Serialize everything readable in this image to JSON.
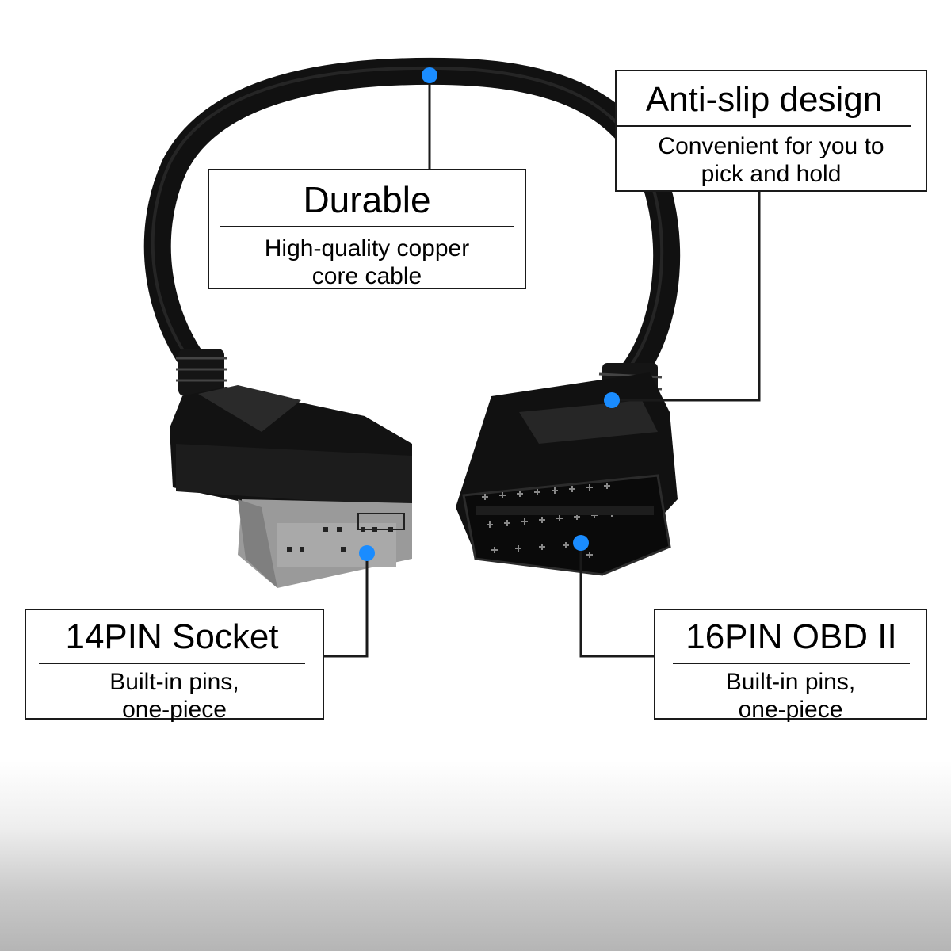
{
  "callouts": {
    "durable": {
      "title": "Durable",
      "line1": "High-quality copper",
      "line2": "core cable"
    },
    "antislip": {
      "title": "Anti-slip design",
      "line1": "Convenient for you to",
      "line2": "pick and hold"
    },
    "pin14": {
      "title": "14PIN Socket",
      "line1": "Built-in pins,",
      "line2": "one-piece"
    },
    "pin16": {
      "title": "16PIN OBD II",
      "line1": "Built-in pins,",
      "line2": "one-piece"
    }
  },
  "colors": {
    "marker": "#1a8cff",
    "cable": "#111111",
    "socket_gray": "#9a9a9a",
    "frame": "#1a1a1a"
  }
}
